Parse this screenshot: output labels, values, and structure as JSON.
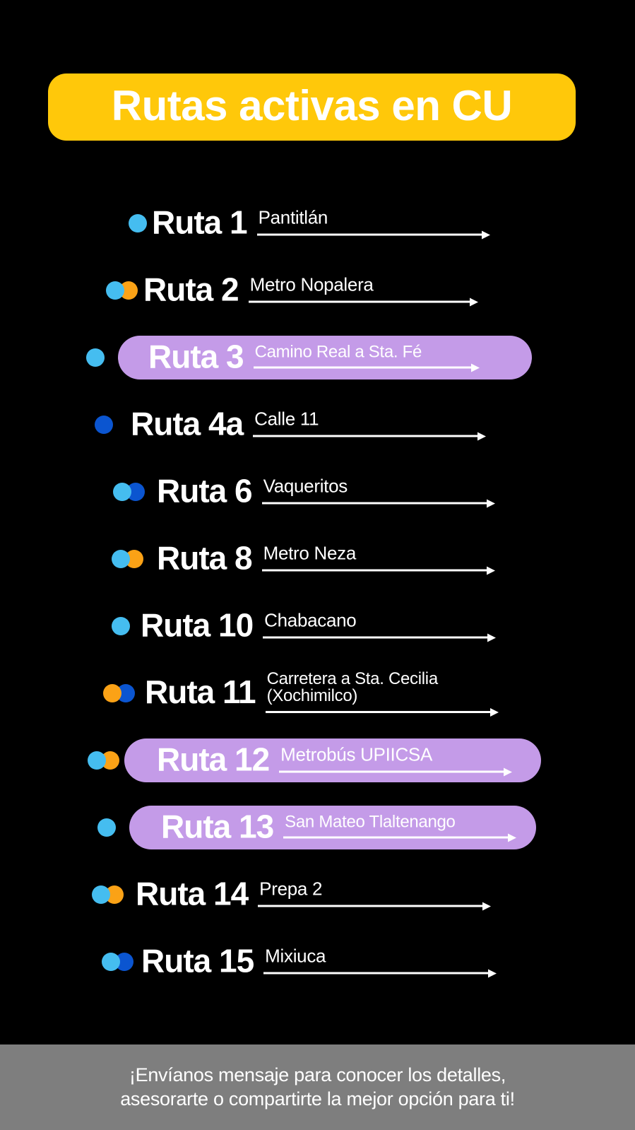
{
  "title": {
    "text": "Rutas activas en CU",
    "banner_color": "#FFC80A",
    "text_color": "#FFFFFF"
  },
  "colors": {
    "background": "#000000",
    "light_blue": "#45BDF0",
    "orange": "#FBA216",
    "navy_blue": "#0B55D0",
    "highlight_purple": "#C49BE8",
    "footer_gray": "#7E7E7E",
    "text_white": "#FFFFFF"
  },
  "routes": [
    {
      "label": "Ruta 1",
      "destination": "Pantitlán",
      "destination_line2": "",
      "dots": [
        "light_blue"
      ],
      "highlighted": false
    },
    {
      "label": "Ruta 2",
      "destination": "Metro Nopalera",
      "destination_line2": "",
      "dots": [
        "light_blue",
        "orange"
      ],
      "highlighted": false
    },
    {
      "label": "Ruta 3",
      "destination": "Camino Real a Sta. Fé",
      "destination_line2": "",
      "dots": [
        "light_blue"
      ],
      "highlighted": true
    },
    {
      "label": "Ruta 4a",
      "destination": "Calle 11",
      "destination_line2": "",
      "dots": [
        "navy_blue"
      ],
      "highlighted": false
    },
    {
      "label": "Ruta 6",
      "destination": "Vaqueritos",
      "destination_line2": "",
      "dots": [
        "light_blue",
        "navy_blue"
      ],
      "highlighted": false
    },
    {
      "label": "Ruta 8",
      "destination": "Metro Neza",
      "destination_line2": "",
      "dots": [
        "light_blue",
        "orange"
      ],
      "highlighted": false
    },
    {
      "label": "Ruta 10",
      "destination": "Chabacano",
      "destination_line2": "",
      "dots": [
        "light_blue"
      ],
      "highlighted": false
    },
    {
      "label": "Ruta 11",
      "destination": "Carretera a Sta. Cecilia",
      "destination_line2": "(Xochimilco)",
      "dots": [
        "orange",
        "navy_blue"
      ],
      "highlighted": false
    },
    {
      "label": "Ruta 12",
      "destination": "Metrobús UPIICSA",
      "destination_line2": "",
      "dots": [
        "light_blue",
        "orange"
      ],
      "highlighted": true
    },
    {
      "label": "Ruta 13",
      "destination": "San Mateo Tlaltenango",
      "destination_line2": "",
      "dots": [
        "light_blue"
      ],
      "highlighted": true
    },
    {
      "label": "Ruta 14",
      "destination": "Prepa 2",
      "destination_line2": "",
      "dots": [
        "light_blue",
        "orange"
      ],
      "highlighted": false
    },
    {
      "label": "Ruta 15",
      "destination": "Mixiuca",
      "destination_line2": "",
      "dots": [
        "light_blue",
        "navy_blue"
      ],
      "highlighted": false
    }
  ],
  "footer": {
    "line1": "¡Envíanos mensaje para conocer los detalles,",
    "line2": "asesorarte o compartirte la mejor opción para ti!"
  }
}
